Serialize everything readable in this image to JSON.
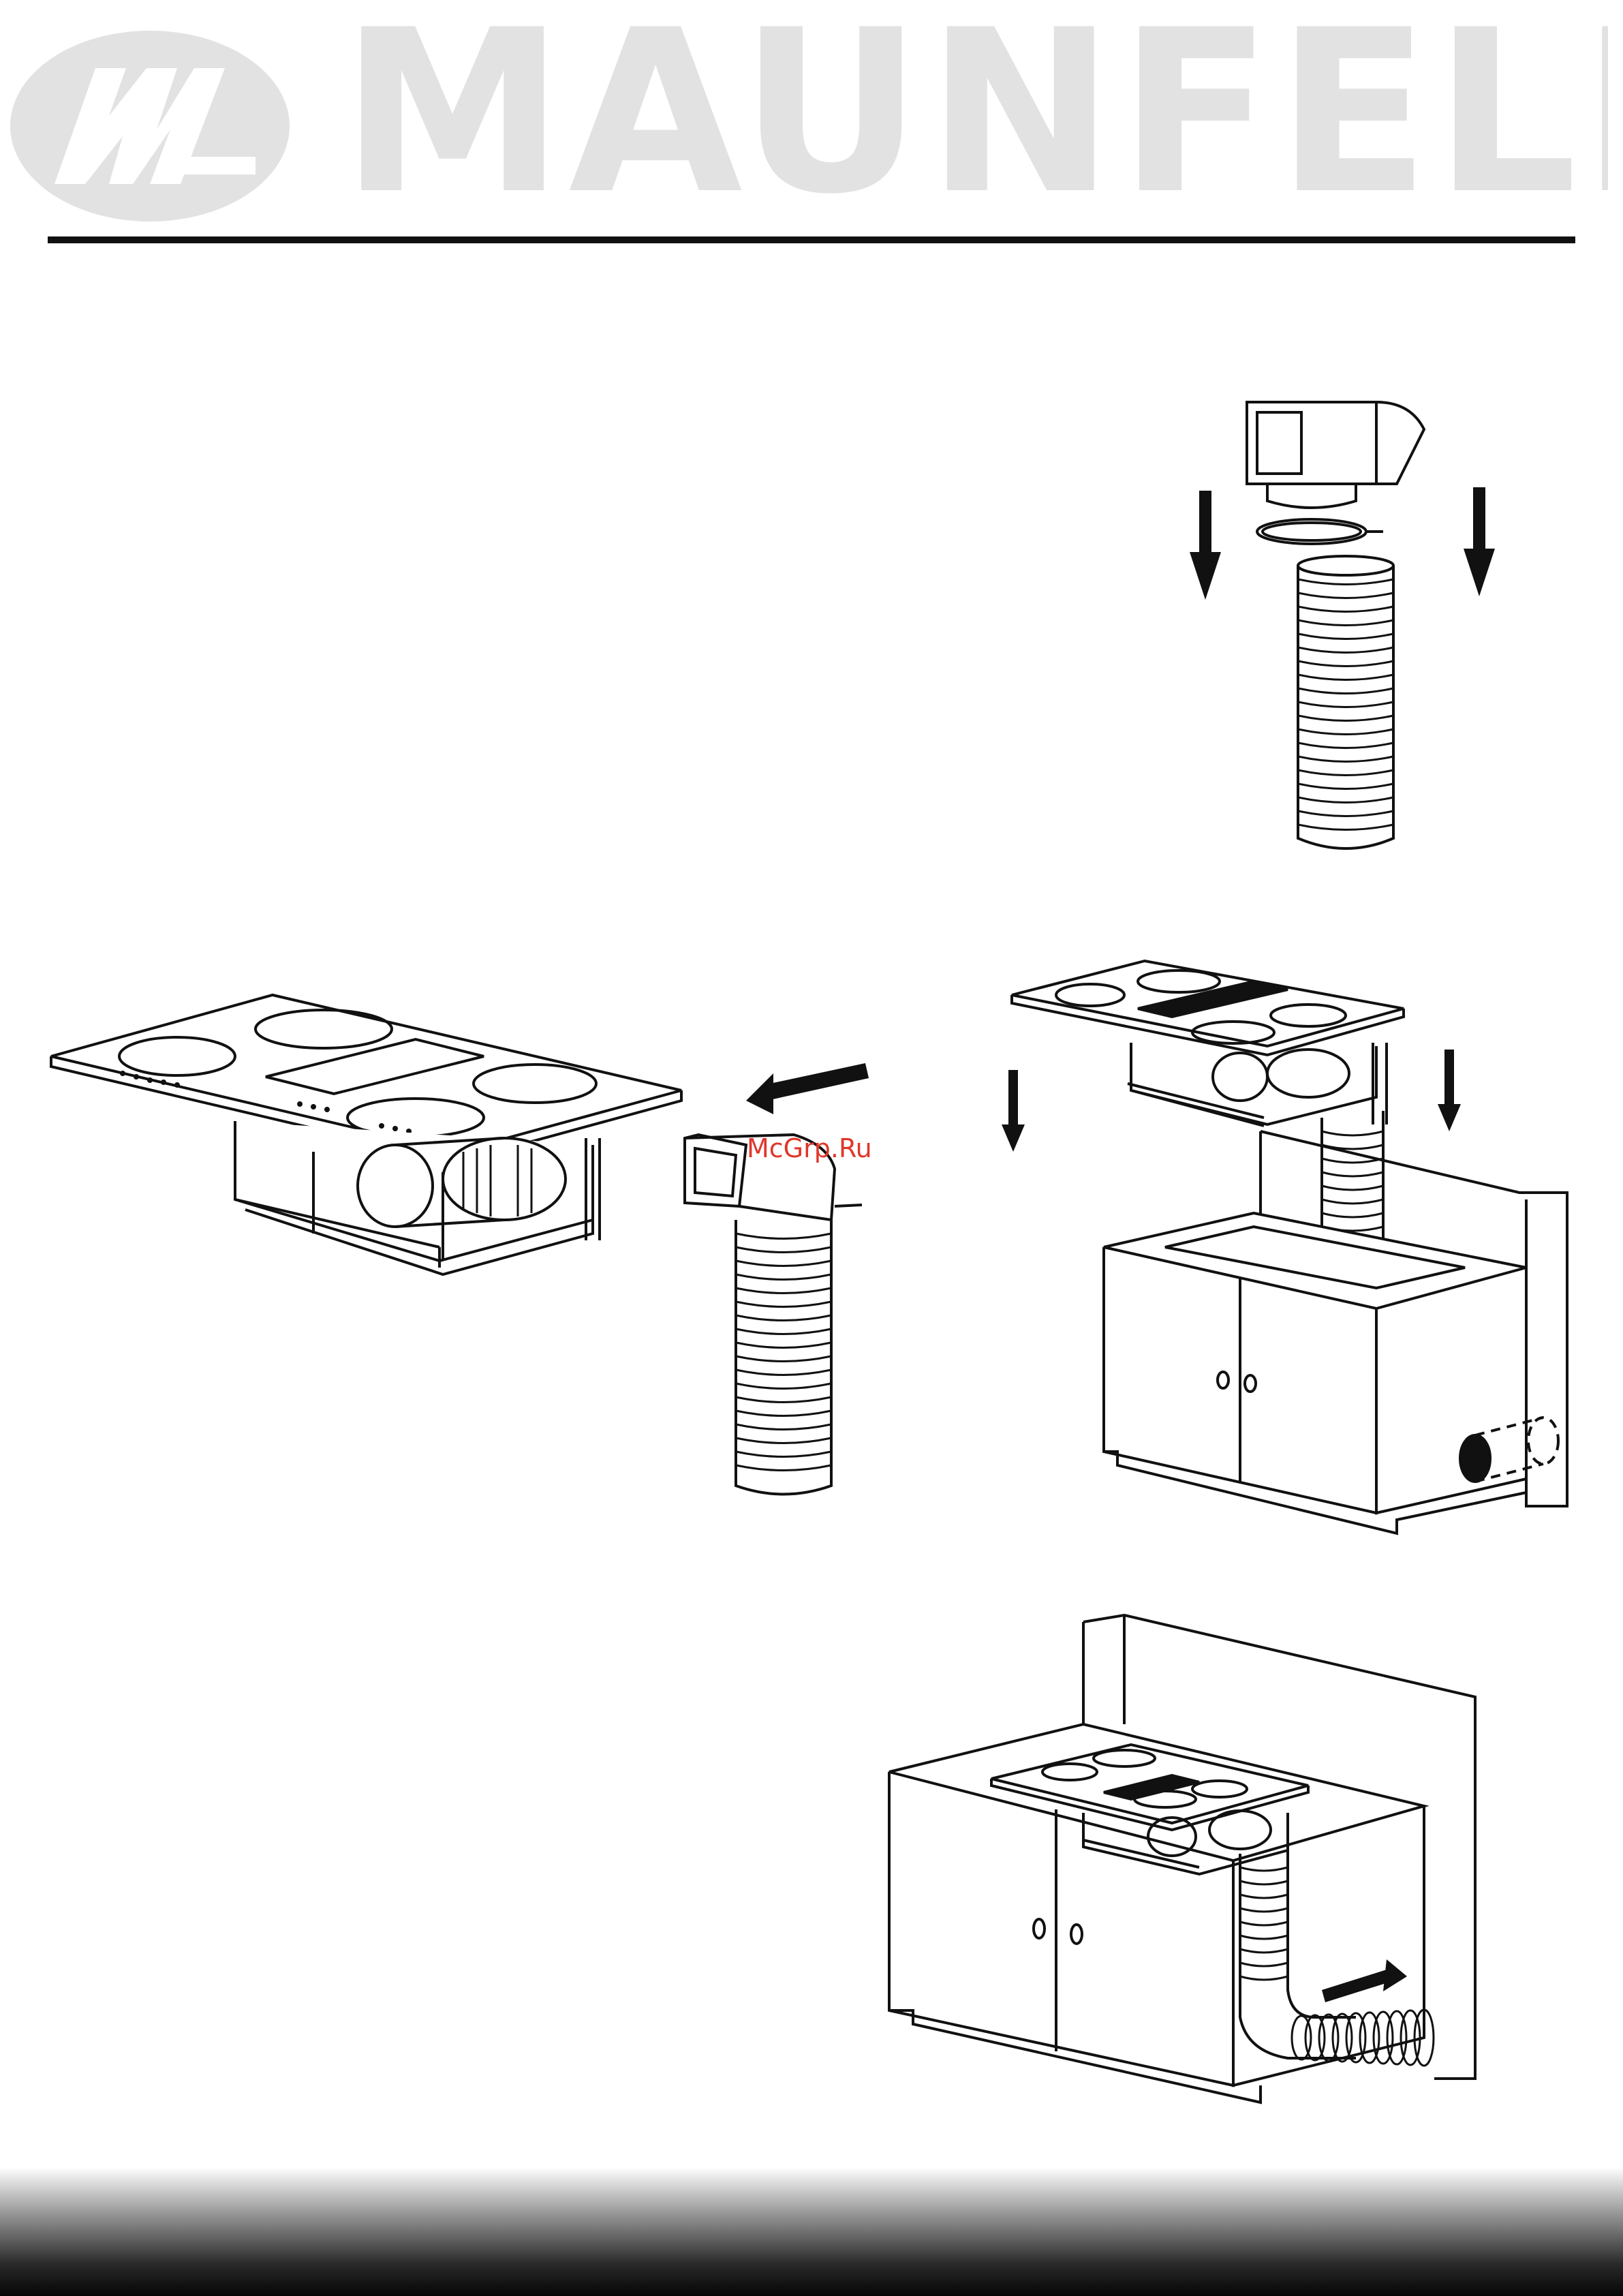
{
  "header": {
    "brand_name": "MAUNFELD",
    "logo_monogram": "ML"
  },
  "watermark": {
    "text": "McGrp.Ru"
  },
  "icons": {
    "logo": "maunfeld-logo-icon",
    "arrow": "arrow-icon"
  },
  "colors": {
    "line": "#111111",
    "logo_gray": "#e2e2e2",
    "watermark_red": "#e0362a"
  }
}
